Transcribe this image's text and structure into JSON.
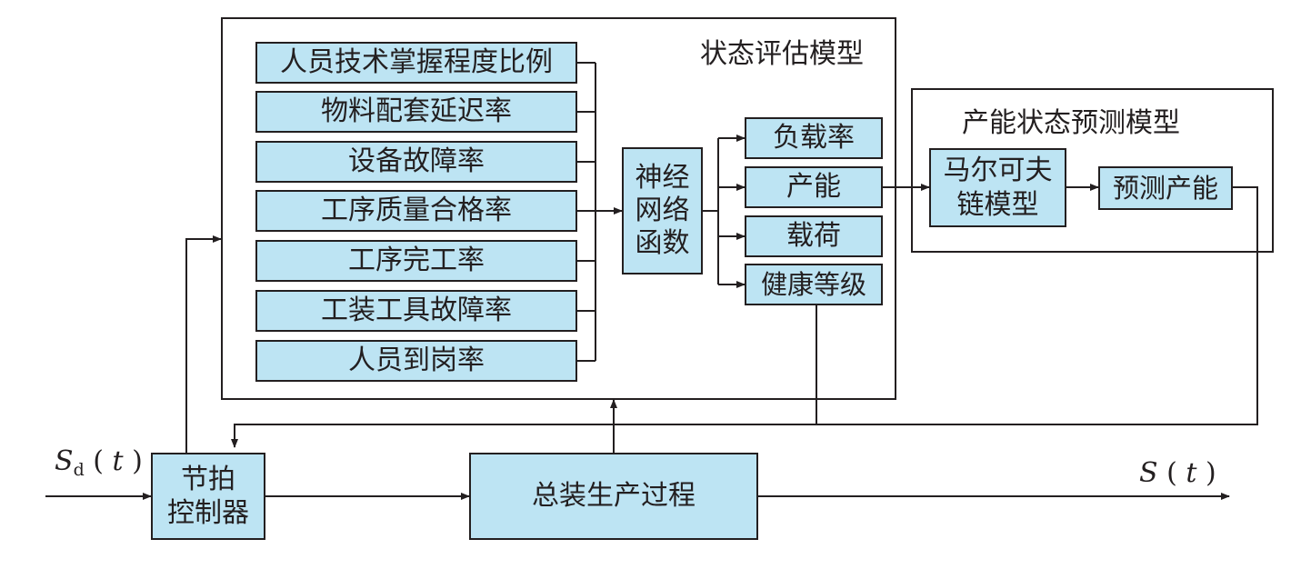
{
  "state_model": {
    "title": "状态评估模型",
    "indicators": [
      "人员技术掌握程度比例",
      "物料配套延迟率",
      "设备故障率",
      "工序质量合格率",
      "工序完工率",
      "工装工具故障率",
      "人员到岗率"
    ],
    "nn": "神经\n网络\n函数",
    "outputs": [
      "负载率",
      "产能",
      "载荷",
      "健康等级"
    ]
  },
  "prediction_model": {
    "title": "产能状态预测模型",
    "markov": "马尔可夫\n链模型",
    "predicted": "预测产能"
  },
  "controller": "节拍\n控制器",
  "process": "总装生产过程",
  "input_signal": {
    "symbol": "S",
    "subscript": "d",
    "arg": "t"
  },
  "output_signal": {
    "symbol": "S",
    "arg": "t"
  },
  "colors": {
    "box_fill": "#bde4f3",
    "line": "#231f20"
  }
}
